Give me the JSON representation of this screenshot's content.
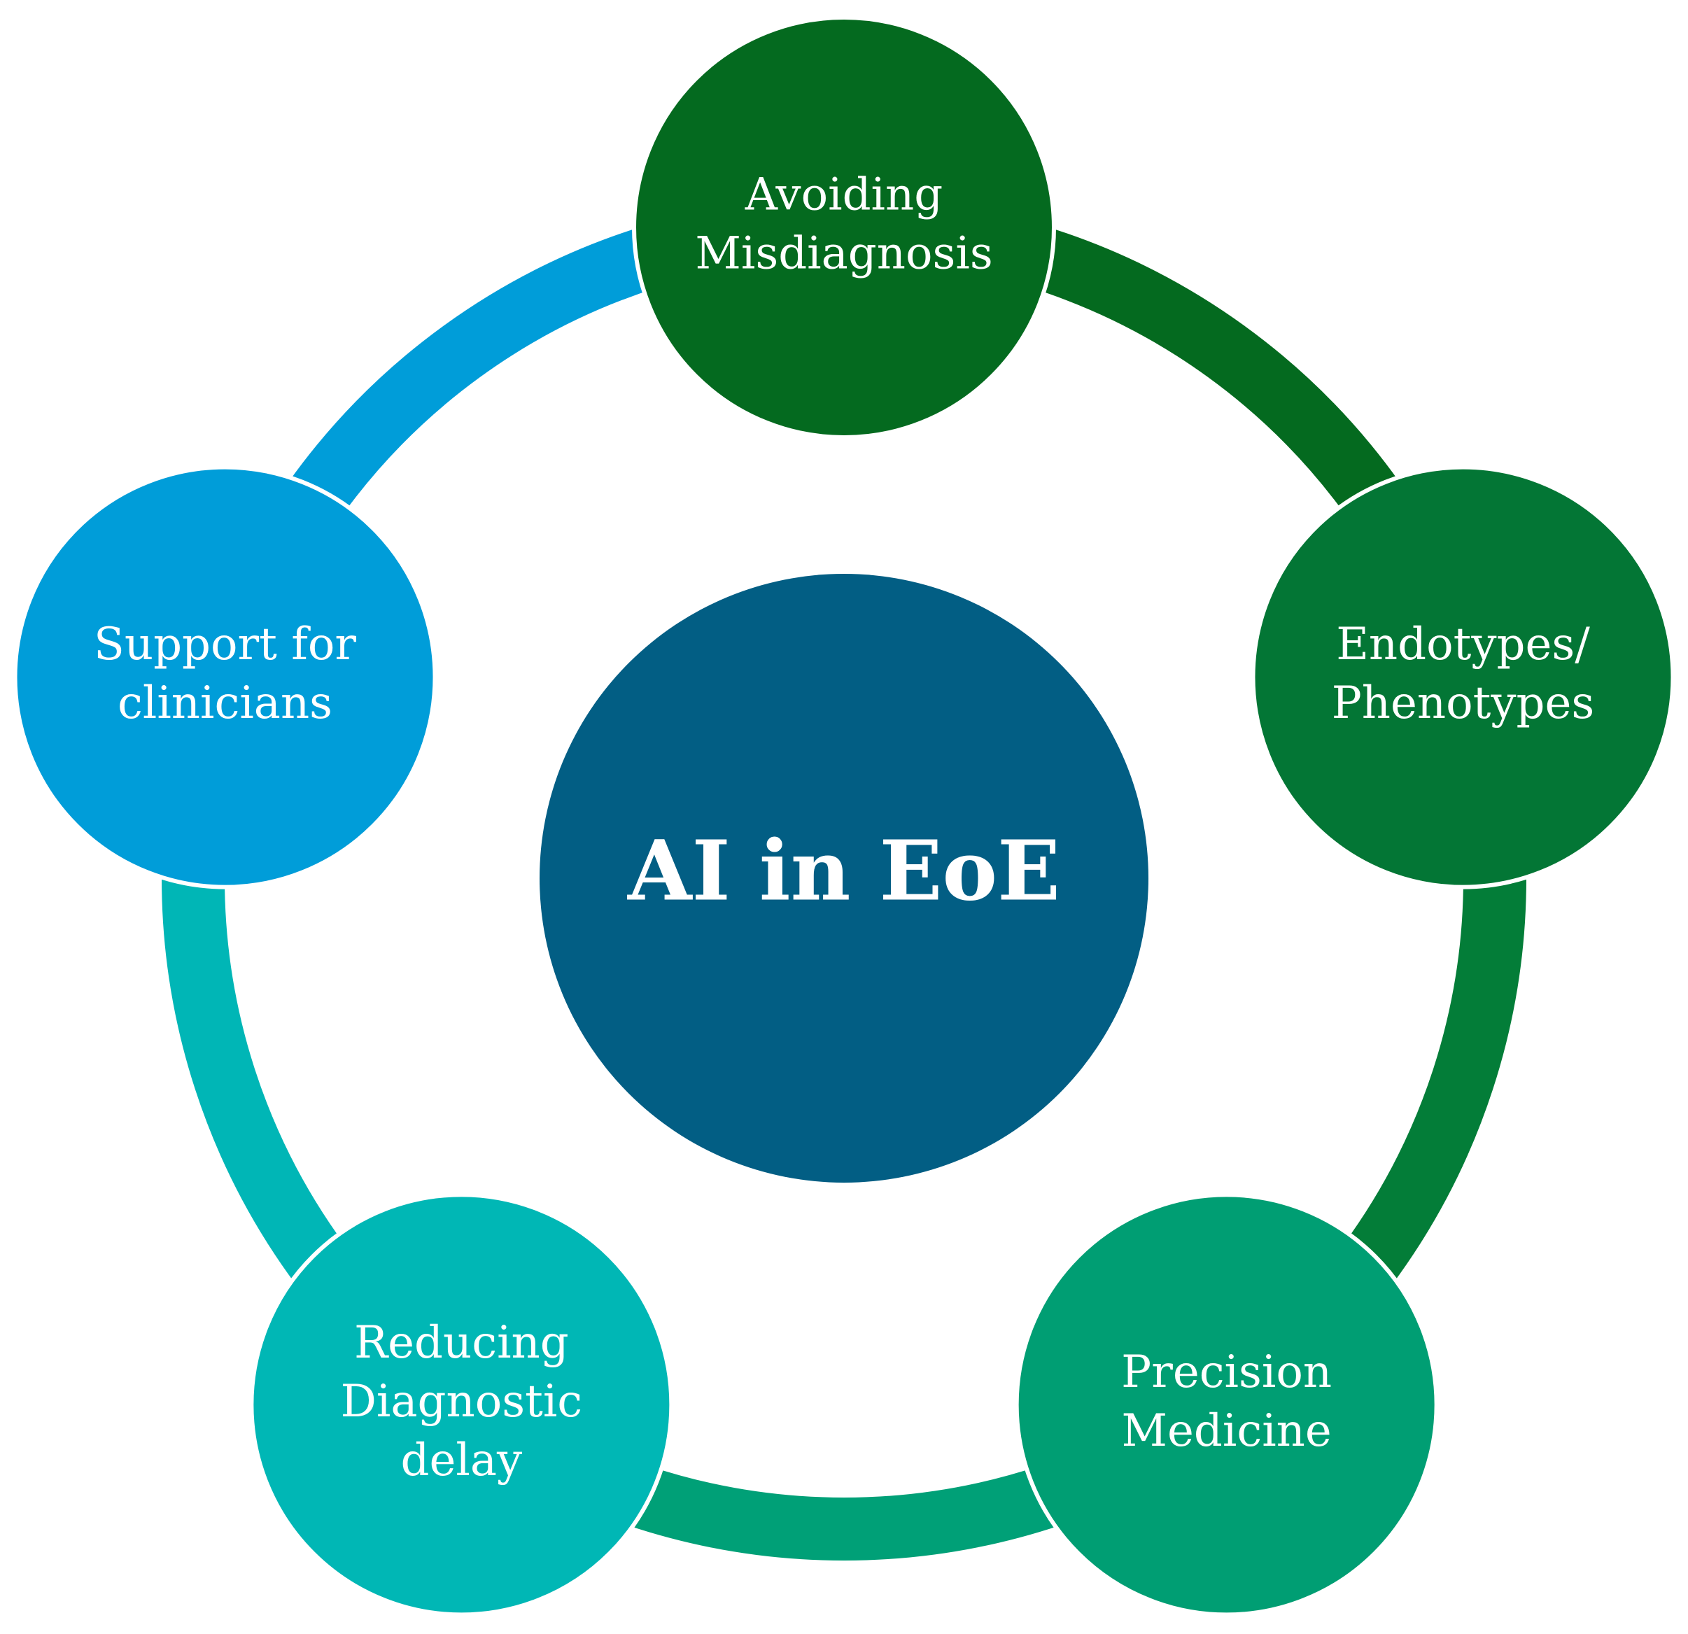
{
  "center": {
    "label": "AI in EoE",
    "color": "#025e84"
  },
  "nodes": [
    {
      "id": "avoiding-misdiagnosis",
      "lines": [
        "Avoiding",
        "Misdiagnosis"
      ],
      "color": "#046a1f"
    },
    {
      "id": "endotypes-phenotypes",
      "lines": [
        "Endotypes/",
        "Phenotypes"
      ],
      "color": "#037635"
    },
    {
      "id": "precision-medicine",
      "lines": [
        "Precision",
        "Medicine"
      ],
      "color": "#009e73"
    },
    {
      "id": "reducing-diagnostic-delay",
      "lines": [
        "Reducing",
        "Diagnostic",
        "delay"
      ],
      "color": "#00b7b5"
    },
    {
      "id": "support-for-clinicians",
      "lines": [
        "Support for",
        "clinicians"
      ],
      "color": "#009dd9"
    }
  ],
  "connectors": [
    {
      "from": "avoiding-misdiagnosis",
      "to": "endotypes-phenotypes",
      "color": "#046a1f"
    },
    {
      "from": "endotypes-phenotypes",
      "to": "precision-medicine",
      "color": "#037d38"
    },
    {
      "from": "precision-medicine",
      "to": "reducing-diagnostic-delay",
      "color": "#00a077"
    },
    {
      "from": "reducing-diagnostic-delay",
      "to": "support-for-clinicians",
      "color": "#00b6b6"
    },
    {
      "from": "support-for-clinicians",
      "to": "avoiding-misdiagnosis",
      "color": "#009dd9"
    }
  ]
}
